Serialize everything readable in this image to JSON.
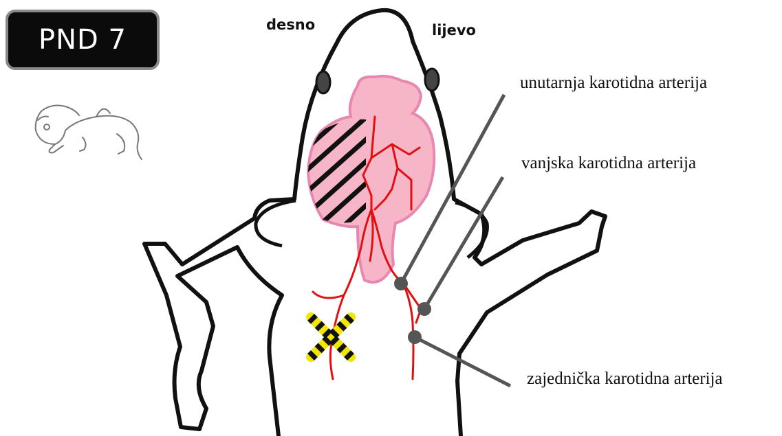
{
  "badge": {
    "label": "PND 7"
  },
  "orientation": {
    "right": "desno",
    "left": "lijevo"
  },
  "callouts": {
    "internal": "unutarnja karotidna arterija",
    "external": "vanjska karotidna arterija",
    "common": "zajednička karotidna arterija"
  },
  "colors": {
    "brain_fill": "#f7b6c8",
    "brain_edge": "#e887b0",
    "artery": "#e01010",
    "leader": "#555555",
    "ligation_yellow": "#f2e600",
    "hatch": "#111111"
  },
  "icons": [
    "pup-icon",
    "ligation-x-icon"
  ]
}
